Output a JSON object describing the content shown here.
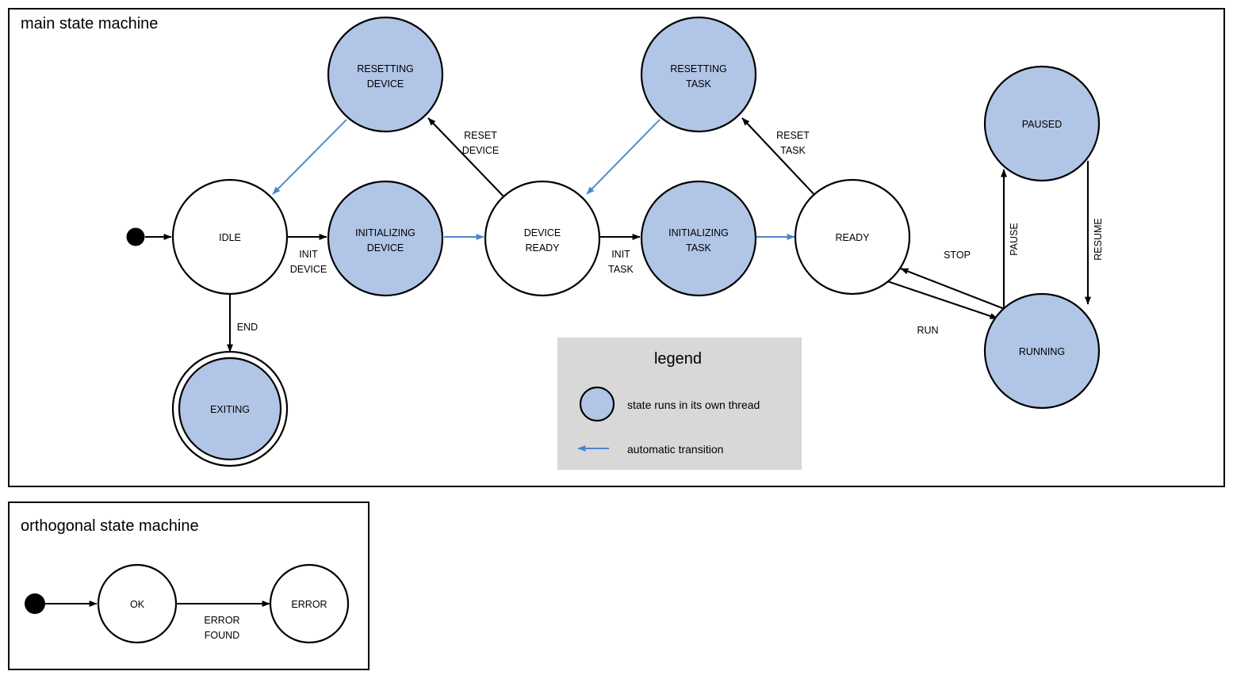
{
  "colors": {
    "threaded_fill": "#b1c5e7",
    "auto_transition": "#4a86c8",
    "legend_bg": "#d8d8d8",
    "stroke": "#000000",
    "page_bg": "#ffffff"
  },
  "main_frame": {
    "title": "main state machine"
  },
  "orthogonal_frame": {
    "title": "orthogonal state machine"
  },
  "states": {
    "idle": {
      "label": "IDLE"
    },
    "resetting_device": {
      "line1": "RESETTING",
      "line2": "DEVICE"
    },
    "initializing_device": {
      "line1": "INITIALIZING",
      "line2": "DEVICE"
    },
    "device_ready": {
      "line1": "DEVICE",
      "line2": "READY"
    },
    "initializing_task": {
      "line1": "INITIALIZING",
      "line2": "TASK"
    },
    "resetting_task": {
      "line1": "RESETTING",
      "line2": "TASK"
    },
    "ready": {
      "label": "READY"
    },
    "paused": {
      "label": "PAUSED"
    },
    "running": {
      "label": "RUNNING"
    },
    "exiting": {
      "label": "EXITING"
    },
    "ok": {
      "label": "OK"
    },
    "error": {
      "label": "ERROR"
    }
  },
  "transitions": {
    "init_device": {
      "line1": "INIT",
      "line2": "DEVICE"
    },
    "reset_device": {
      "line1": "RESET",
      "line2": "DEVICE"
    },
    "init_task": {
      "line1": "INIT",
      "line2": "TASK"
    },
    "reset_task": {
      "line1": "RESET",
      "line2": "TASK"
    },
    "end": {
      "label": "END"
    },
    "run": {
      "label": "RUN"
    },
    "stop": {
      "label": "STOP"
    },
    "pause": {
      "label": "PAUSE"
    },
    "resume": {
      "label": "RESUME"
    },
    "error_found": {
      "line1": "ERROR",
      "line2": "FOUND"
    }
  },
  "legend": {
    "title": "legend",
    "items": [
      {
        "icon": "blue-circle-swatch",
        "text": "state runs in its own thread"
      },
      {
        "icon": "blue-arrow-swatch",
        "text": "automatic transition"
      }
    ]
  }
}
